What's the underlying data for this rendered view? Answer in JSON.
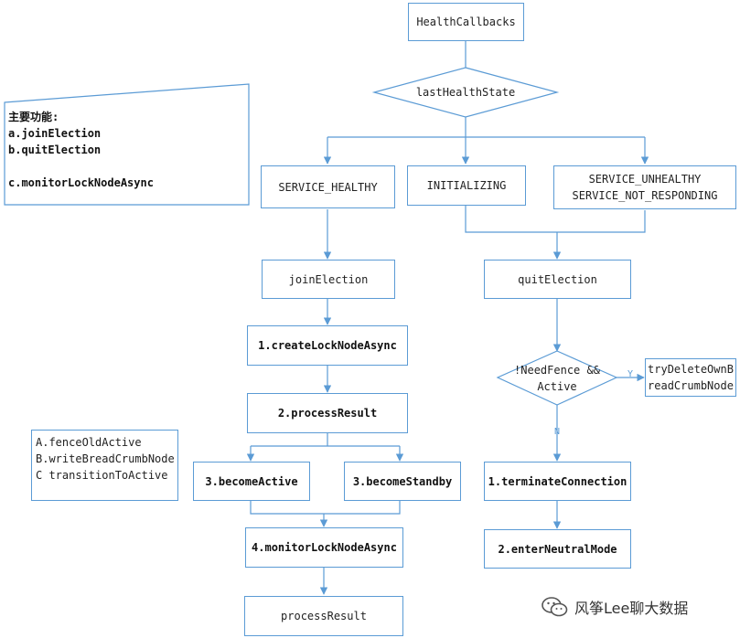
{
  "nodes": {
    "health_callbacks": "HealthCallbacks",
    "last_health_state": "lastHealthState",
    "service_healthy": "SERVICE_HEALTHY",
    "initializing": "INITIALIZING",
    "service_unhealthy": [
      "SERVICE_UNHEALTHY",
      "SERVICE_NOT_RESPONDING"
    ],
    "join_election": "joinElection",
    "quit_election": "quitElection",
    "create_lock_node": "1.createLockNodeAsync",
    "process_result_2": "2.processResult",
    "become_active": "3.becomeActive",
    "become_standby": "3.becomeStandby",
    "monitor_lock_node": "4.monitorLockNodeAsync",
    "process_result": "processResult",
    "need_fence": [
      "!NeedFence &&",
      "Active"
    ],
    "try_delete": [
      "tryDeleteOwnB",
      "readCrumbNode"
    ],
    "terminate_connection": "1.terminateConnection",
    "enter_neutral_mode": "2.enterNeutralMode"
  },
  "edge_labels": {
    "yes": "Y",
    "no": "N"
  },
  "notes": {
    "main_functions": {
      "title": "主要功能:",
      "lines": [
        "a.joinElection",
        "b.quitElection",
        "",
        "c.monitorLockNodeAsync"
      ]
    },
    "become_active_steps": {
      "lines": [
        "A.fenceOldActive",
        "B.writeBreadCrumbNode",
        "C transitionToActive"
      ]
    }
  },
  "watermark": {
    "text": "风筝Lee聊大数据",
    "icon": "wechat-icon"
  },
  "colors": {
    "line": "#5b9bd5",
    "text": "#222222"
  }
}
